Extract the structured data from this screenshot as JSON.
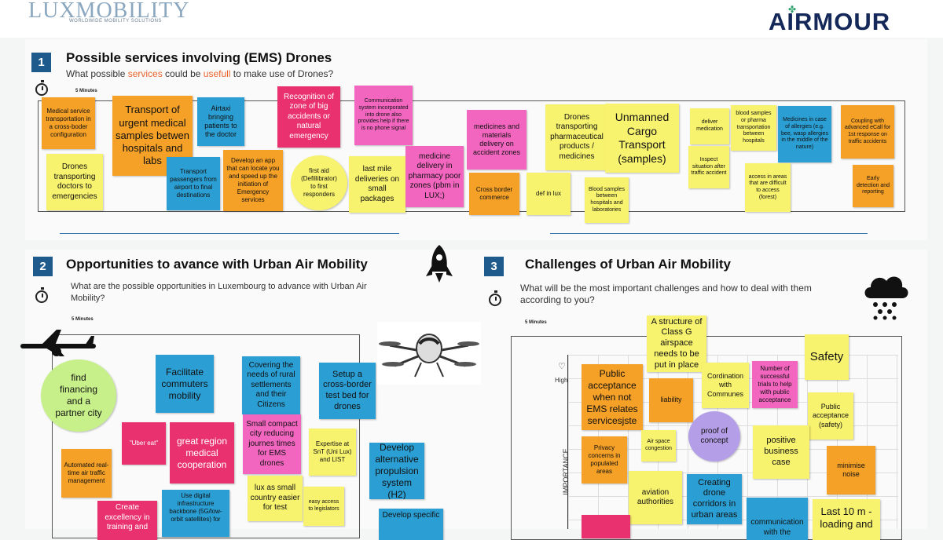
{
  "header": {
    "lux_logo": "LUXMOBILITY",
    "lux_sub": "WORLDWIDE MOBILITY SOLUTIONS",
    "airmour": "AIRMOUR"
  },
  "minutes_label": "5 Minutes",
  "section1": {
    "number": "1",
    "title": "Possible services involving (EMS) Drones",
    "question_pre": "What possible ",
    "question_hl1": "services",
    "question_mid": " could be ",
    "question_hl2": "usefull",
    "question_post": " to make use of Drones?",
    "notes": [
      "Medical service transportation in a cross-boder configuration",
      "Drones transporting doctors to emergencies",
      "Transport of urgent medical samples betwen hospitals and labs",
      "Airtaxi bringing patients to the doctor",
      "Transport passengers from airport to final destinations",
      "Recognition of zone of big accidents or natural emergency",
      "Develop an app that can locate you and speed up the initiation of Emergency services",
      "first aid (Defillibrator) to first responders",
      "Communication system incorporated into drone also provides help if there is no phone signal",
      "last mile deliveries on small packages",
      "medicine delivery in pharmacy poor zones (pbm in LUX;)",
      "medicines and materials delivery on accident zones",
      "Cross border commerce",
      "def in lux",
      "Drones transporting pharmaceutical products / medicines",
      "Unmanned Cargo Transport (samples)",
      "Blood samples between hospitals and laboratories",
      "deliver medication",
      "blood samples or pharma transportation between hospitals",
      "Inspect situation after traffic accident",
      "Medicines in case of allergies (e.g. bee, wasp allergies in the middle of the nature)",
      "access in areas that are difficult to access (forest)",
      "Coupling with advanced eCall for 1st response on traffic accidents",
      "Early detection and reporting"
    ]
  },
  "section2": {
    "number": "2",
    "title": "Opportunities to avance with Urban Air Mobility",
    "question": "What are the possible opportunities in Luxembourg  to advance with Urban Air Mobility?",
    "notes": [
      "find financing and a partner city",
      "Facilitate commuters mobility",
      "Covering the needs of rural settlements and their Citizens",
      "Setup a cross-border test bed for drones",
      "\"Uber eat\"",
      "great region medical cooperation",
      "Small compact city reducing journes times for EMS drones",
      "Expertise at SnT (Uni Lux) and LIST",
      "Automated real-time air traffic management",
      "Develop alternative propulsion system (H2)",
      "lux as small country easier for test",
      "easy access to legislators",
      "Create excellency in training and",
      "Use digital infrastructure backbone (5G/low-orbit satellites) for",
      "Develop specific"
    ]
  },
  "section3": {
    "number": "3",
    "title": "Challenges of Urban Air Mobility",
    "question": "What will be the most important challenges and how to deal with them according to you?",
    "high_label": "High",
    "axis_label": "IMPORTANCE",
    "notes": [
      "A structure of Class G airspace needs to be put in place",
      "Safety",
      "Public acceptance when not EMS relates servicesjste",
      "liability",
      "Cordination with Communes",
      "Number of successful trials to help with public acceptance",
      "Public acceptance (safety)",
      "proof of concept",
      "Privacy concerns in populated areas",
      "Air space congestion",
      "positive business case",
      "minimise noise",
      "aviation authorities",
      "Creating drone corridors in urban areas",
      "communication with the",
      "Last 10 m - loading and"
    ]
  }
}
